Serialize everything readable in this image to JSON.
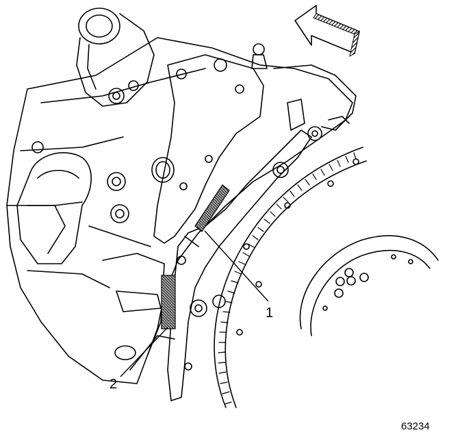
{
  "callouts": [
    {
      "label": "1"
    },
    {
      "label": "2"
    }
  ],
  "figure_number": "63234",
  "icons": {
    "direction_arrow": "direction-arrow-icon"
  }
}
